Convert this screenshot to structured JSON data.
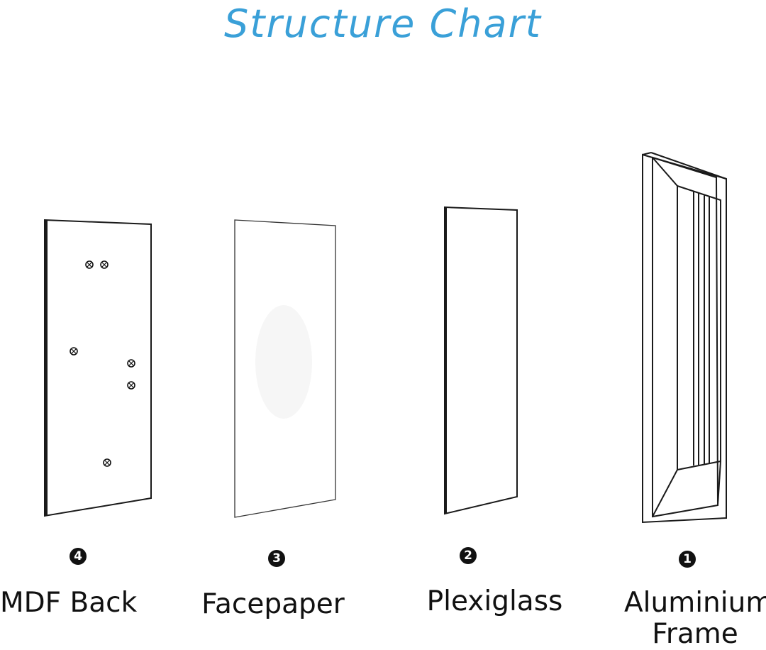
{
  "title": "Structure Chart",
  "components": [
    {
      "number": "4",
      "label": "MDF Back"
    },
    {
      "number": "3",
      "label": "Facepaper"
    },
    {
      "number": "2",
      "label": "Plexiglass"
    },
    {
      "number": "1",
      "label": "Aluminium Frame"
    }
  ],
  "colors": {
    "title": "#3aa0d8",
    "outline": "#1a1a1a",
    "badge": "#111111"
  }
}
